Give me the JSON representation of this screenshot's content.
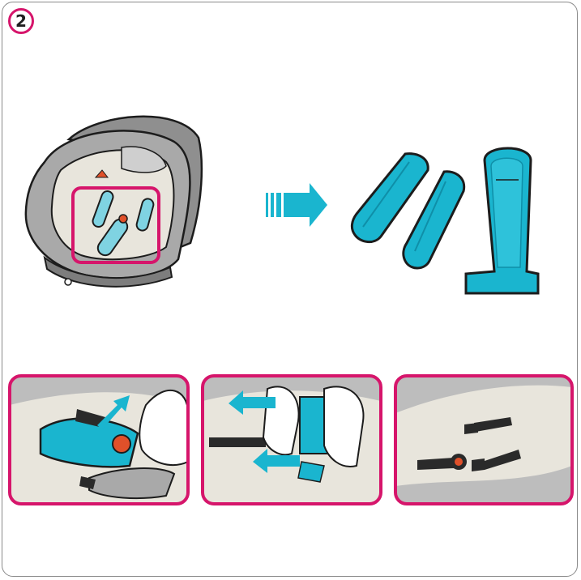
{
  "step": {
    "number": "2"
  },
  "colors": {
    "accent": "#d6156b",
    "pad_teal": "#1ab5cf",
    "pad_dark": "#0f8fa8",
    "seat_grey": "#a9a9a9",
    "seat_light": "#e8e5dc",
    "outline": "#1c1c1c",
    "buckle_red": "#e0502a"
  },
  "illustrations": {
    "seat_overview": "car-seat-illustration",
    "arrow": "right-arrow-icon",
    "removed_pads": "shoulder-pads-and-crotch-pad",
    "panel_1": "slide-pad-off-buckle",
    "panel_2": "pull-straps-through-pads",
    "panel_3": "harness-without-pads"
  }
}
